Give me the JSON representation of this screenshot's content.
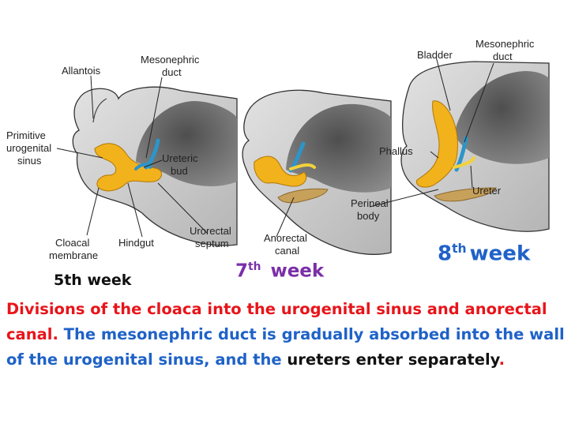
{
  "labels": {
    "allantois": "Allantois",
    "mesonephric_duct_1a": "Mesonephric",
    "mesonephric_duct_1b": "duct",
    "primitive_ug_1": "Primitive",
    "primitive_ug_2": "urogenital",
    "primitive_ug_3": "sinus",
    "ureteric_1": "Ureteric",
    "ureteric_2": "bud",
    "cloacal_1": "Cloacal",
    "cloacal_2": "membrane",
    "hindgut": "Hindgut",
    "urorectal_1": "Urorectal",
    "urorectal_2": "septum",
    "anorectal_1": "Anorectal",
    "anorectal_2": "canal",
    "bladder": "Bladder",
    "mesonephric_duct_3a": "Mesonephric",
    "mesonephric_duct_3b": "duct",
    "phallus": "Phallus",
    "ureter": "Ureter",
    "perineal_1": "Perineal",
    "perineal_2": "body"
  },
  "weeks": {
    "w5": "5th week",
    "w7_num": "7",
    "w7_sup": "th",
    "w7_word": "week",
    "w8_num": "8",
    "w8_sup": "th",
    "w8_word": "week"
  },
  "caption": {
    "part1": "Divisions of the cloaca into the urogenital sinus and anorectal canal.",
    "part2": " The mesonephric duct is gradually absorbed into the wall of the urogenital sinus, and the",
    "part3": " ureters enter separately",
    "part4": "."
  },
  "colors": {
    "tissue": "#c9c9c9",
    "lumen": "#6d6d6d",
    "yellow": "#f2b21c",
    "blue": "#2c95c9",
    "red": "#e8141a",
    "blue_text": "#1f62c8",
    "purple": "#7b2fa8"
  }
}
